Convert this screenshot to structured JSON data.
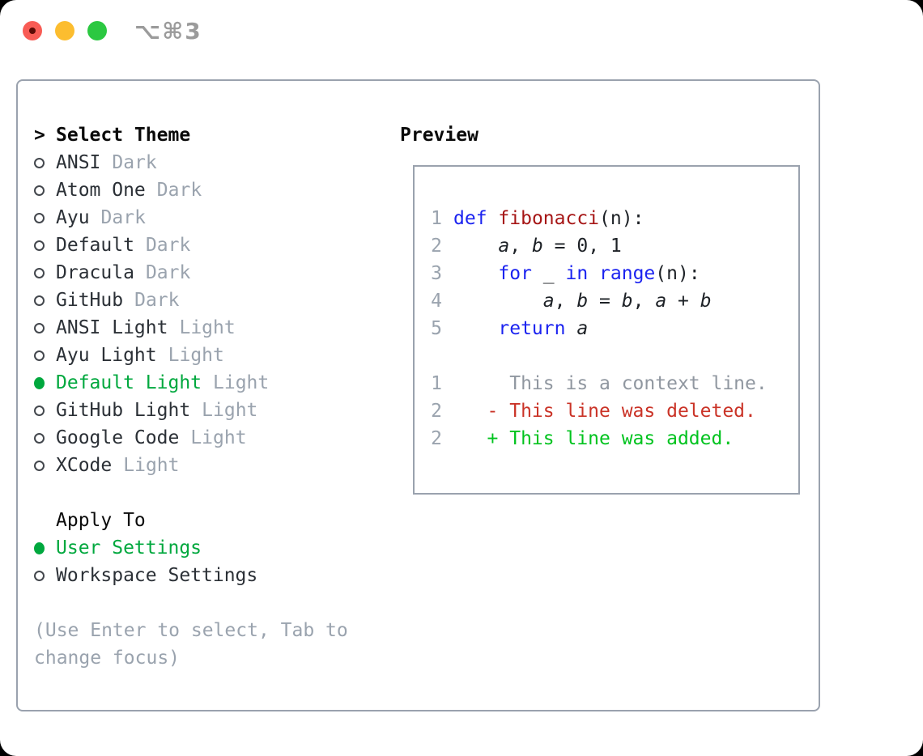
{
  "window": {
    "title": "⌥⌘3"
  },
  "colors": {
    "selected_green": "#00a83e",
    "added_green": "#00c31e",
    "deleted_red": "#ca3327",
    "keyword_blue": "#1b23f0",
    "function_red": "#a61616",
    "muted_gray": "#9aa3ae",
    "border_gray": "#9aa2ae",
    "traffic_red": "#f85c55",
    "traffic_yellow": "#fcbd2f",
    "traffic_green": "#2bc841"
  },
  "selector": {
    "prompt": ">",
    "title": "Select Theme",
    "themes": [
      {
        "name": "ANSI",
        "variant": "Dark",
        "selected": false
      },
      {
        "name": "Atom One",
        "variant": "Dark",
        "selected": false
      },
      {
        "name": "Ayu",
        "variant": "Dark",
        "selected": false
      },
      {
        "name": "Default",
        "variant": "Dark",
        "selected": false
      },
      {
        "name": "Dracula",
        "variant": "Dark",
        "selected": false
      },
      {
        "name": "GitHub",
        "variant": "Dark",
        "selected": false
      },
      {
        "name": "ANSI Light",
        "variant": "Light",
        "selected": false
      },
      {
        "name": "Ayu Light",
        "variant": "Light",
        "selected": false
      },
      {
        "name": "Default Light",
        "variant": "Light",
        "selected": true
      },
      {
        "name": "GitHub Light",
        "variant": "Light",
        "selected": false
      },
      {
        "name": "Google Code",
        "variant": "Light",
        "selected": false
      },
      {
        "name": "XCode",
        "variant": "Light",
        "selected": false
      }
    ]
  },
  "apply_to": {
    "title": "Apply To",
    "options": [
      {
        "name": "User Settings",
        "selected": true
      },
      {
        "name": "Workspace Settings",
        "selected": false
      }
    ]
  },
  "help_text": "(Use Enter to select, Tab to change focus)",
  "preview": {
    "title": "Preview",
    "lines": [
      {
        "num": "1",
        "tokens": [
          {
            "t": "def",
            "c": "kw"
          },
          {
            "t": " ",
            "c": "plain"
          },
          {
            "t": "fibonacci",
            "c": "fn"
          },
          {
            "t": "(n):",
            "c": "plain"
          }
        ]
      },
      {
        "num": "2",
        "tokens": [
          {
            "t": "    ",
            "c": "plain"
          },
          {
            "t": "a",
            "c": "var"
          },
          {
            "t": ", ",
            "c": "plain"
          },
          {
            "t": "b",
            "c": "var"
          },
          {
            "t": " = 0, 1",
            "c": "plain"
          }
        ]
      },
      {
        "num": "3",
        "tokens": [
          {
            "t": "    ",
            "c": "plain"
          },
          {
            "t": "for",
            "c": "kw"
          },
          {
            "t": " _ ",
            "c": "plain"
          },
          {
            "t": "in",
            "c": "kw"
          },
          {
            "t": " ",
            "c": "plain"
          },
          {
            "t": "range",
            "c": "kw"
          },
          {
            "t": "(n):",
            "c": "plain"
          }
        ]
      },
      {
        "num": "4",
        "tokens": [
          {
            "t": "        ",
            "c": "plain"
          },
          {
            "t": "a",
            "c": "var"
          },
          {
            "t": ", ",
            "c": "plain"
          },
          {
            "t": "b",
            "c": "var"
          },
          {
            "t": " = ",
            "c": "plain"
          },
          {
            "t": "b",
            "c": "var"
          },
          {
            "t": ", ",
            "c": "plain"
          },
          {
            "t": "a",
            "c": "var"
          },
          {
            "t": " + ",
            "c": "plain"
          },
          {
            "t": "b",
            "c": "var"
          }
        ]
      },
      {
        "num": "5",
        "tokens": [
          {
            "t": "    ",
            "c": "plain"
          },
          {
            "t": "return",
            "c": "kw"
          },
          {
            "t": " ",
            "c": "plain"
          },
          {
            "t": "a",
            "c": "var"
          }
        ]
      },
      {
        "blank": true
      },
      {
        "num": "1",
        "tokens": [
          {
            "t": "     This is a context line.",
            "c": "ctx"
          }
        ]
      },
      {
        "num": "2",
        "tokens": [
          {
            "t": "   - This line was deleted.",
            "c": "del"
          }
        ]
      },
      {
        "num": "2",
        "tokens": [
          {
            "t": "   + This line was added.",
            "c": "add"
          }
        ]
      }
    ]
  }
}
